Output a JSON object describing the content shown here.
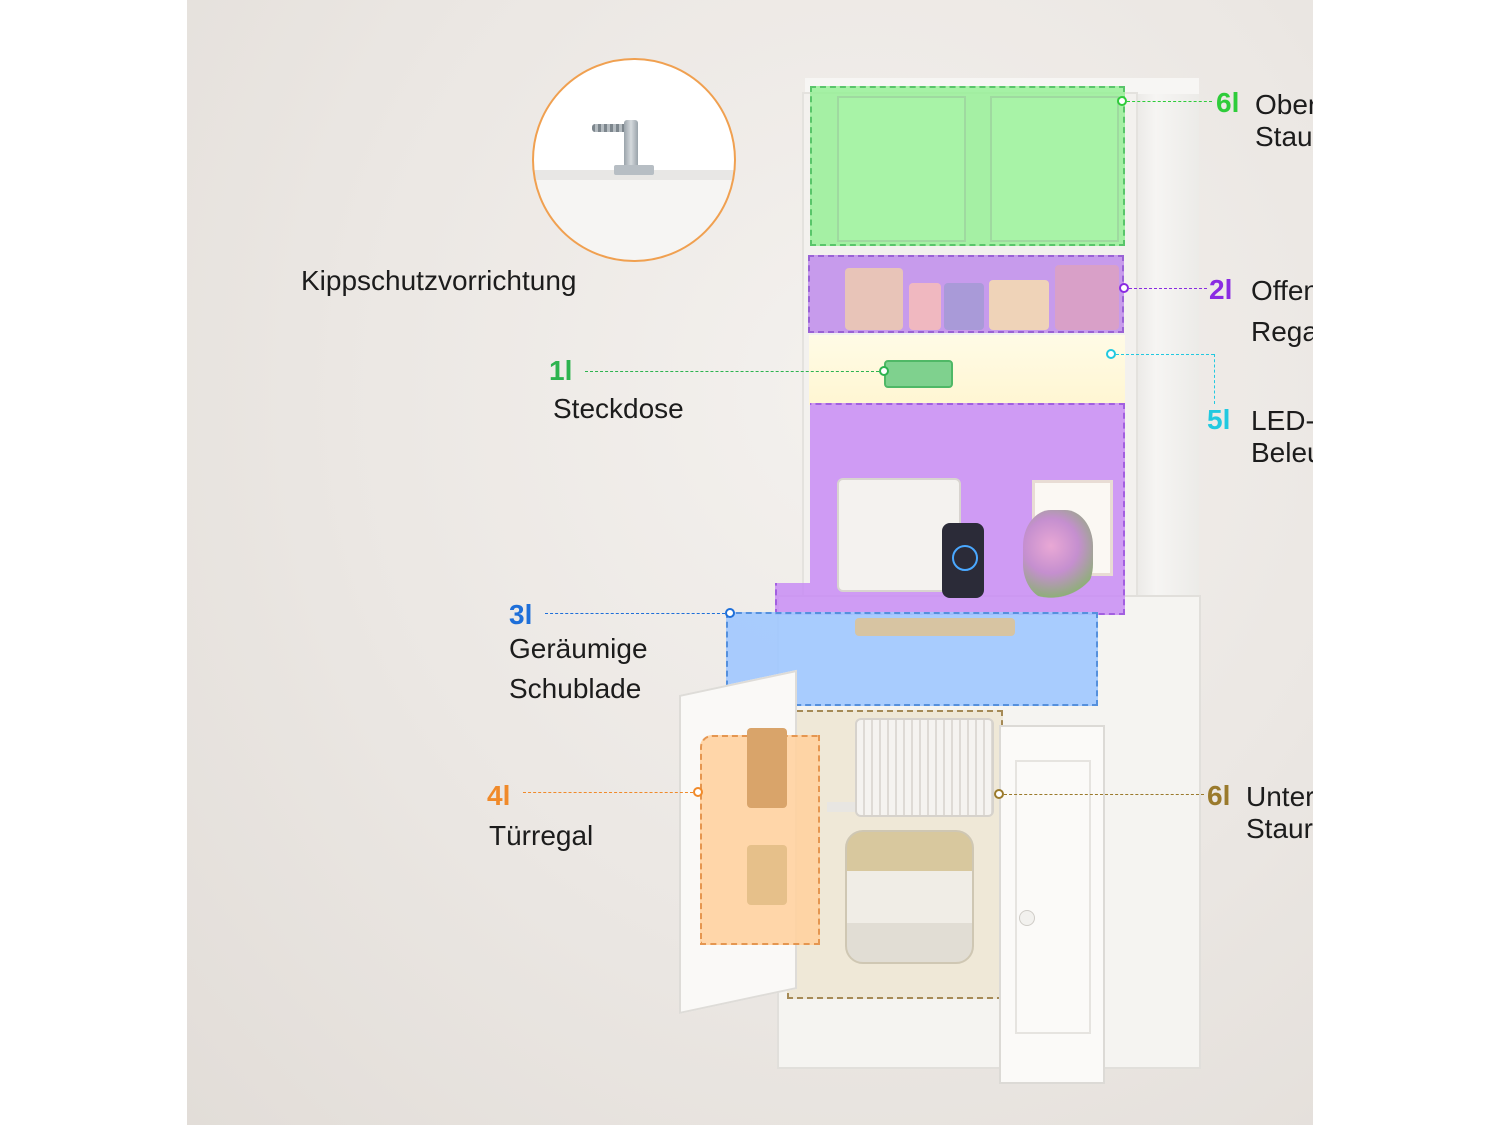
{
  "inset": {
    "caption": "Kippschutzvorrichtung"
  },
  "callouts": {
    "upper_storage": {
      "num": "6l",
      "label": "Oberer Stauraum",
      "color": "#2ecc3a"
    },
    "open_shelves": {
      "num": "2l",
      "label_line1": "Offene",
      "label_line2": "Regalböden",
      "color": "#8a2be2"
    },
    "socket": {
      "num": "1l",
      "label": "Steckdose",
      "color": "#2db34f"
    },
    "led": {
      "num": "5l",
      "label": "LED-Beleuchtung",
      "color": "#22c9e0"
    },
    "drawer": {
      "num": "3l",
      "label_line1": "Geräumige",
      "label_line2": "Schublade",
      "color": "#1e6fd9"
    },
    "door_shelf": {
      "num": "4l",
      "label": "Türregal",
      "color": "#f08a2a"
    },
    "lower_storage": {
      "num": "6l",
      "label": "Unterer Stauraum",
      "color": "#9a7a2c"
    }
  }
}
